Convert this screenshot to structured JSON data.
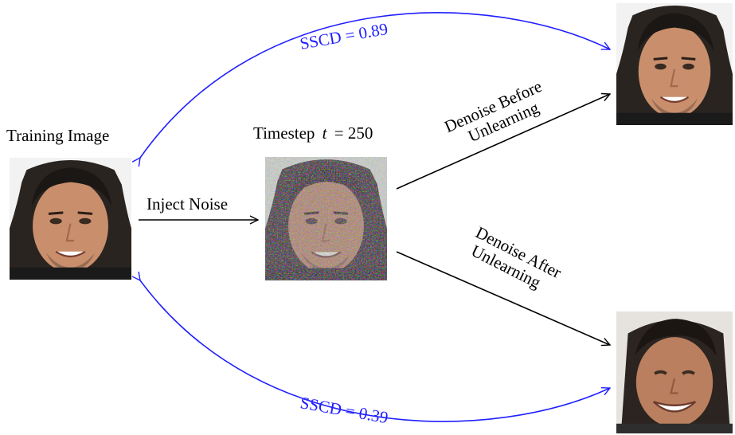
{
  "training_label": "Training Image",
  "timestep_label": "Timestep",
  "timestep_var": "t",
  "timestep_eq": "= 250",
  "inject_label": "Inject Noise",
  "denoise_before_line1": "Denoise Before",
  "denoise_before_line2": "Unlearning",
  "denoise_after_line1": "Denoise After",
  "denoise_after_line2": "Unlearning",
  "sscd_top": "SSCD = 0.89",
  "sscd_bottom": "SSCD = 0.39",
  "colors": {
    "arrow_black": "#000000",
    "arrow_blue": "#1f1fff"
  }
}
